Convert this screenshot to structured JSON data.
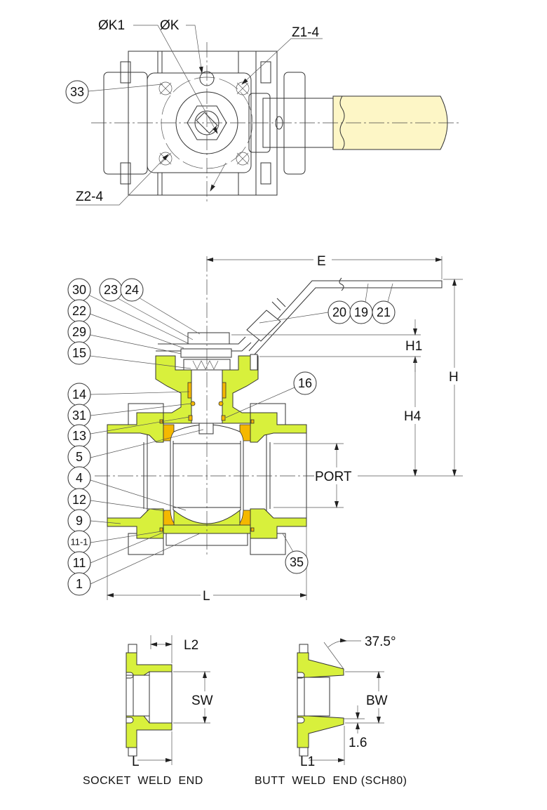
{
  "colors": {
    "body": "#d8f03c",
    "seat": "#f5b800",
    "handle_grip": "#fdf6c6",
    "line": "#333333"
  },
  "top_view": {
    "labels": {
      "dia_k1": "ØK1",
      "dia_k": "ØK",
      "z1": "Z1-4",
      "z2": "Z2-4"
    },
    "callouts": [
      "33"
    ]
  },
  "front_view": {
    "dimensions": {
      "E": "E",
      "H": "H",
      "H1": "H1",
      "H4": "H4",
      "PORT": "PORT",
      "L": "L"
    },
    "callouts_left": [
      "30",
      "23",
      "24",
      "22",
      "29",
      "15",
      "14",
      "31",
      "13",
      "5",
      "4",
      "12",
      "9",
      "11-1",
      "11",
      "1"
    ],
    "callouts_right": [
      "16",
      "35",
      "20",
      "19",
      "21"
    ]
  },
  "socket_weld": {
    "dims": {
      "L2": "L2",
      "SW": "SW",
      "L": "L"
    },
    "caption": "SOCKET  WELD  END"
  },
  "butt_weld": {
    "dims": {
      "angle": "37.5°",
      "BW": "BW",
      "t": "1.6",
      "L1": "L1"
    },
    "caption": "BUTT  WELD  END (SCH80)"
  }
}
